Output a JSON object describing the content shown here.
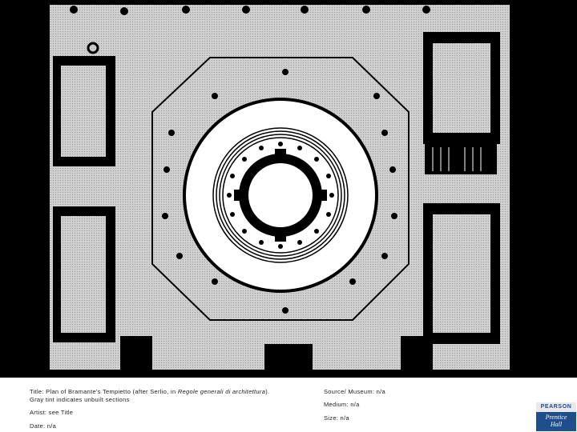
{
  "caption": {
    "title_label": "Title:",
    "title_main": "Plan of Bramante's Tempietto (after Serlio, in ",
    "title_book": "Regole generali di architettura",
    "title_end": ").",
    "title_line2": "Gray tint indicates unbuilt sections",
    "artist": "Artist:  see Title",
    "date": "Date:  n/a",
    "source": "Source/ Museum:  n/a",
    "medium": "Medium:  n/a",
    "size": "Size:  n/a"
  },
  "logo": {
    "top": "PEARSON",
    "line1": "Prentice",
    "line2": "Hall"
  },
  "colors": {
    "ink": "#000000",
    "unbuilt_tint": "#c8c8c8",
    "paper": "#ffffff",
    "brand": "#1f4e8c"
  }
}
